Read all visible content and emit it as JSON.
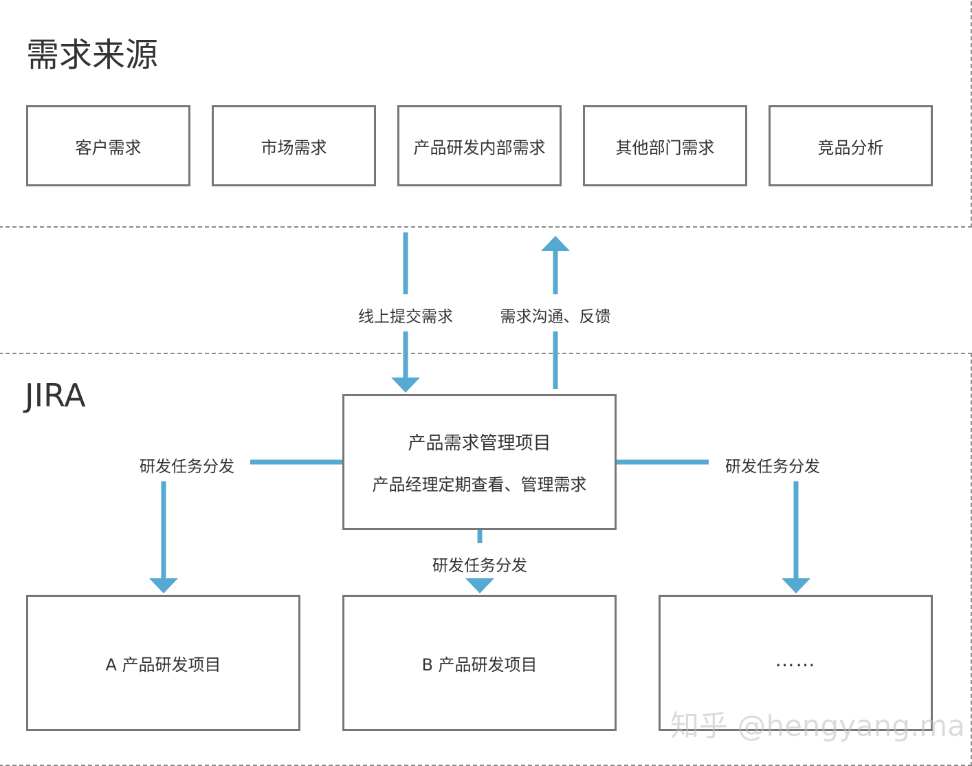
{
  "regions": {
    "sources_title": "需求来源",
    "jira_title": "JIRA"
  },
  "sources": [
    {
      "label": "客户需求"
    },
    {
      "label": "市场需求"
    },
    {
      "label": "产品研发内部需求"
    },
    {
      "label": "其他部门需求"
    },
    {
      "label": "竞品分析"
    }
  ],
  "flows": {
    "submit": "线上提交需求",
    "feedback": "需求沟通、反馈",
    "dispatch_left": "研发任务分发",
    "dispatch_center": "研发任务分发",
    "dispatch_right": "研发任务分发"
  },
  "center": {
    "title": "产品需求管理项目",
    "subtitle": "产品经理定期查看、管理需求"
  },
  "projects": [
    {
      "label": "A 产品研发项目"
    },
    {
      "label": "B 产品研发项目"
    },
    {
      "label": "……"
    }
  ],
  "watermark": "知乎 @hengyang.ma",
  "colors": {
    "arrow": "#56a9d2",
    "box_border": "#777777",
    "dashed_border": "#8a8a8a"
  }
}
